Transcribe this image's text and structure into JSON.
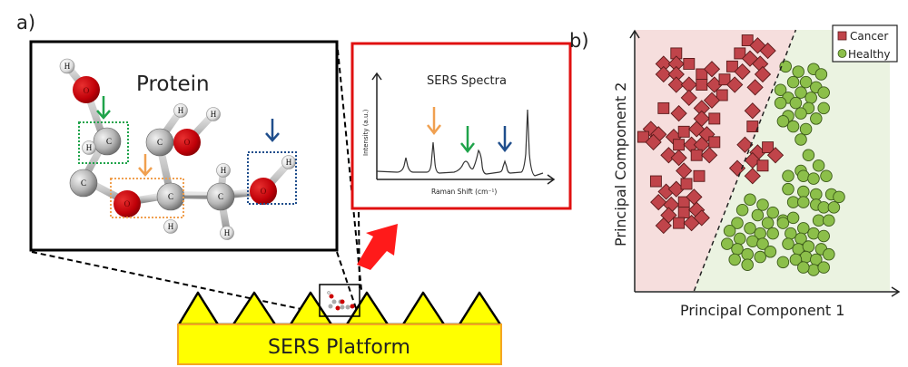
{
  "panel_a": {
    "label": "a)",
    "protein_title": "Protein",
    "spectra": {
      "title": "SERS Spectra",
      "ylabel": "Intensity (a.u.)",
      "xlabel": "Raman Shift (cm⁻¹)"
    },
    "platform_label": "SERS Platform",
    "atoms": {
      "hydrogen": "H",
      "oxygen": "O",
      "carbon": "C"
    },
    "highlight_colors": {
      "green": "#1fa34a",
      "orange": "#f0a050",
      "blue": "#1f4e8c"
    },
    "colors": {
      "oxygen": "#c8000a",
      "carbon": "#b8b8b8",
      "platform": "#ffff00",
      "spectra_border": "#e01010",
      "arrow": "#ff1a1a"
    }
  },
  "panel_b": {
    "label": "b)"
  },
  "chart_data": {
    "type": "scatter",
    "title": "",
    "xlabel": "Principal Component 1",
    "ylabel": "Principal Component 2",
    "xlim": [
      0,
      100
    ],
    "ylim": [
      0,
      100
    ],
    "grid": false,
    "legend_position": "top-right",
    "legend": [
      {
        "name": "Cancer",
        "marker": "square",
        "color": "#c0444a"
      },
      {
        "name": "Healthy",
        "marker": "circle",
        "color": "#8cbf4a"
      }
    ],
    "decision_boundary": {
      "style": "dashed",
      "from": [
        23,
        0
      ],
      "to": [
        63,
        100
      ]
    },
    "region_colors": {
      "Cancer": "#f6dedd",
      "Healthy": "#ebf3e1"
    },
    "series": [
      {
        "name": "Cancer",
        "marker": "square",
        "points": [
          [
            16,
            91
          ],
          [
            11,
            87
          ],
          [
            16,
            87
          ],
          [
            21,
            87
          ],
          [
            11,
            83
          ],
          [
            16,
            83
          ],
          [
            26,
            83
          ],
          [
            16,
            79
          ],
          [
            21,
            79
          ],
          [
            26,
            79
          ],
          [
            31,
            79
          ],
          [
            21,
            74
          ],
          [
            11,
            70
          ],
          [
            26,
            70
          ],
          [
            26,
            66
          ],
          [
            31,
            66
          ],
          [
            17,
            68
          ],
          [
            30,
            85
          ],
          [
            44,
            96
          ],
          [
            48,
            94
          ],
          [
            52,
            92
          ],
          [
            41,
            91
          ],
          [
            45,
            89
          ],
          [
            49,
            87
          ],
          [
            38,
            86
          ],
          [
            42,
            84
          ],
          [
            50,
            83
          ],
          [
            35,
            81
          ],
          [
            39,
            79
          ],
          [
            47,
            78
          ],
          [
            34,
            75
          ],
          [
            30,
            73
          ],
          [
            46,
            69
          ],
          [
            46,
            63
          ],
          [
            6,
            62
          ],
          [
            9,
            60
          ],
          [
            3,
            59
          ],
          [
            7,
            57
          ],
          [
            15,
            59
          ],
          [
            19,
            61
          ],
          [
            24,
            62
          ],
          [
            28,
            60
          ],
          [
            17,
            56
          ],
          [
            22,
            56
          ],
          [
            26,
            56
          ],
          [
            31,
            57
          ],
          [
            13,
            52
          ],
          [
            17,
            51
          ],
          [
            24,
            52
          ],
          [
            29,
            52
          ],
          [
            19,
            46
          ],
          [
            25,
            44
          ],
          [
            43,
            56
          ],
          [
            48,
            53
          ],
          [
            52,
            55
          ],
          [
            55,
            52
          ],
          [
            46,
            50
          ],
          [
            50,
            48
          ],
          [
            40,
            47
          ],
          [
            46,
            44
          ],
          [
            8,
            42
          ],
          [
            12,
            38
          ],
          [
            16,
            39
          ],
          [
            20,
            41
          ],
          [
            9,
            34
          ],
          [
            14,
            33
          ],
          [
            19,
            34
          ],
          [
            23,
            36
          ],
          [
            13,
            29
          ],
          [
            19,
            30
          ],
          [
            24,
            31
          ],
          [
            11,
            25
          ],
          [
            17,
            26
          ],
          [
            22,
            26
          ],
          [
            26,
            28
          ]
        ]
      },
      {
        "name": "Healthy",
        "marker": "circle",
        "points": [
          [
            59,
            86
          ],
          [
            64,
            84
          ],
          [
            70,
            85
          ],
          [
            73,
            83
          ],
          [
            62,
            80
          ],
          [
            67,
            80
          ],
          [
            71,
            78
          ],
          [
            57,
            77
          ],
          [
            65,
            76
          ],
          [
            69,
            74
          ],
          [
            74,
            76
          ],
          [
            60,
            74
          ],
          [
            63,
            72
          ],
          [
            68,
            70
          ],
          [
            57,
            72
          ],
          [
            60,
            67
          ],
          [
            65,
            68
          ],
          [
            71,
            66
          ],
          [
            74,
            70
          ],
          [
            62,
            63
          ],
          [
            67,
            62
          ],
          [
            58,
            65
          ],
          [
            65,
            58
          ],
          [
            68,
            52
          ],
          [
            65,
            46
          ],
          [
            72,
            48
          ],
          [
            60,
            44
          ],
          [
            66,
            44
          ],
          [
            70,
            43
          ],
          [
            75,
            44
          ],
          [
            60,
            39
          ],
          [
            66,
            38
          ],
          [
            71,
            37
          ],
          [
            77,
            37
          ],
          [
            62,
            34
          ],
          [
            66,
            34
          ],
          [
            71,
            33
          ],
          [
            74,
            32
          ],
          [
            80,
            36
          ],
          [
            78,
            32
          ],
          [
            72,
            27
          ],
          [
            76,
            27
          ],
          [
            45,
            35
          ],
          [
            50,
            33
          ],
          [
            54,
            30
          ],
          [
            58,
            27
          ],
          [
            42,
            31
          ],
          [
            48,
            29
          ],
          [
            52,
            26
          ],
          [
            40,
            26
          ],
          [
            45,
            24
          ],
          [
            49,
            22
          ],
          [
            54,
            22
          ],
          [
            37,
            23
          ],
          [
            41,
            20
          ],
          [
            46,
            19
          ],
          [
            50,
            18
          ],
          [
            36,
            18
          ],
          [
            40,
            16
          ],
          [
            44,
            14
          ],
          [
            49,
            13
          ],
          [
            53,
            15
          ],
          [
            39,
            12
          ],
          [
            44,
            10
          ],
          [
            58,
            26
          ],
          [
            62,
            28
          ],
          [
            66,
            24
          ],
          [
            61,
            22
          ],
          [
            65,
            20
          ],
          [
            70,
            22
          ],
          [
            74,
            21
          ],
          [
            60,
            18
          ],
          [
            64,
            16
          ],
          [
            68,
            17
          ],
          [
            73,
            16
          ],
          [
            67,
            13
          ],
          [
            71,
            12
          ],
          [
            76,
            14
          ],
          [
            63,
            12
          ],
          [
            70,
            8
          ],
          [
            74,
            9
          ],
          [
            66,
            9
          ],
          [
            58,
            11
          ]
        ]
      }
    ]
  }
}
